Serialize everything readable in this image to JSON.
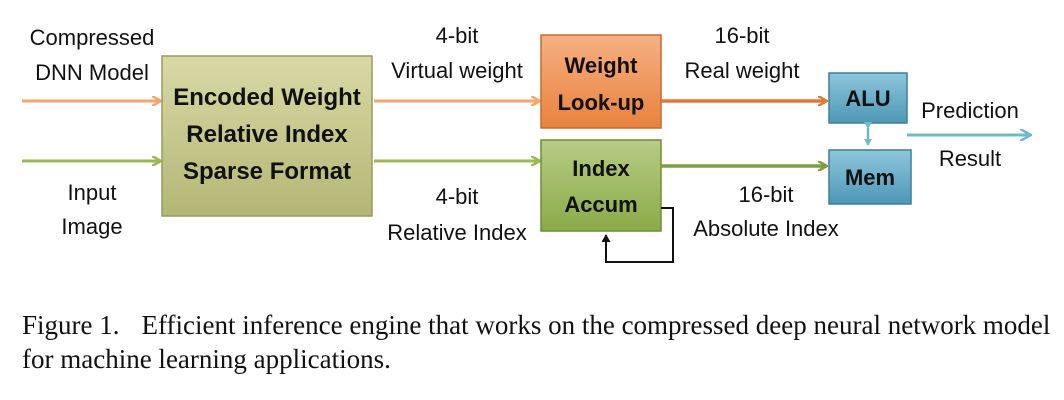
{
  "colors": {
    "orange_line": "#f5a76b",
    "green_line": "#9ab857",
    "blue_line": "#6fb8cf",
    "encoded_fill": "#c3c585",
    "lookup_fill": "#ee8d4e",
    "accum_fill": "#9ab657",
    "blue_box_fill": "#5ea8c3"
  },
  "inputs": {
    "compressed_model": [
      "Compressed",
      "DNN Model"
    ],
    "input_image": [
      "Input",
      "Image"
    ]
  },
  "boxes": {
    "encoded": [
      "Encoded Weight",
      "Relative Index",
      "Sparse Format"
    ],
    "weight_lookup": [
      "Weight",
      "Look-up"
    ],
    "index_accum": [
      "Index",
      "Accum"
    ],
    "alu": "ALU",
    "mem": "Mem"
  },
  "edge_labels": {
    "virtual_weight": [
      "4-bit",
      "Virtual weight"
    ],
    "relative_index": [
      "4-bit",
      "Relative Index"
    ],
    "real_weight": [
      "16-bit",
      "Real weight"
    ],
    "absolute_index": [
      "16-bit",
      "Absolute Index"
    ]
  },
  "output": [
    "Prediction",
    "Result"
  ],
  "caption": {
    "number": "Figure 1.",
    "text": "Efficient inference engine that works on the compressed deep neural network model for machine learning applications."
  }
}
